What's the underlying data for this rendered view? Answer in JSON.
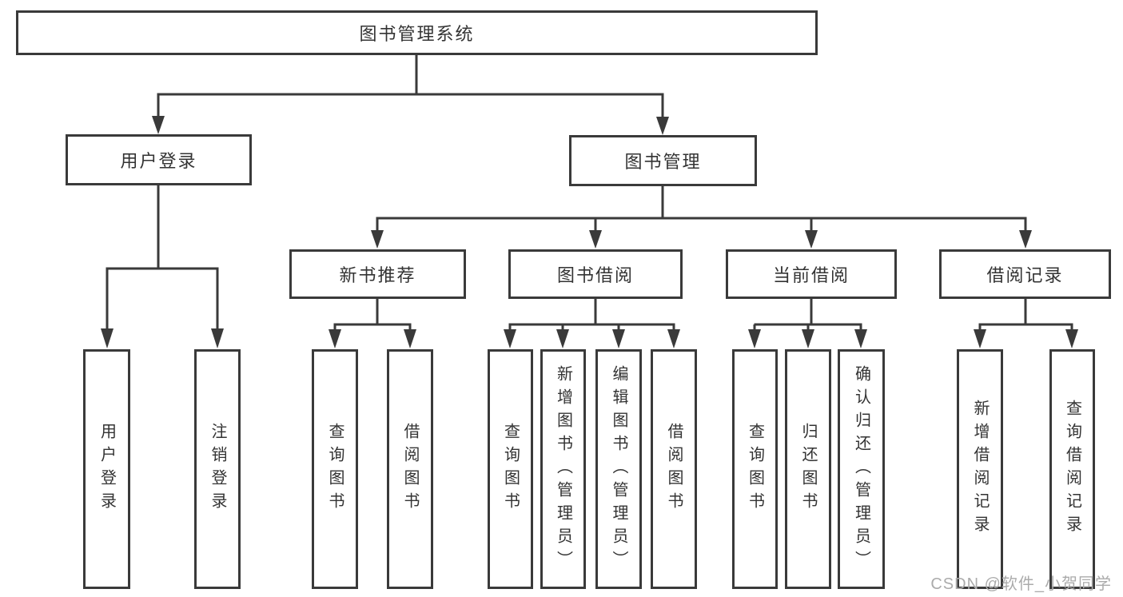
{
  "tree": {
    "root": "图书管理系统",
    "login": {
      "label": "用户登录",
      "children": [
        "用户登录",
        "注销登录"
      ]
    },
    "management": {
      "label": "图书管理",
      "sections": [
        {
          "label": "新书推荐",
          "children": [
            "查询图书",
            "借阅图书"
          ]
        },
        {
          "label": "图书借阅",
          "children": [
            "查询图书",
            "新增图书（管理员）",
            "编辑图书（管理员）",
            "借阅图书"
          ]
        },
        {
          "label": "当前借阅",
          "children": [
            "查询图书",
            "归还图书",
            "确认归还（管理员）"
          ]
        },
        {
          "label": "借阅记录",
          "children": [
            "新增借阅记录",
            "查询借阅记录"
          ]
        }
      ]
    }
  },
  "watermark": "CSDN @软件_小贺同学",
  "colors": {
    "line": "#3a3a3a",
    "text": "#333333",
    "watermark_text": "#ababab",
    "background": "#ffffff"
  }
}
